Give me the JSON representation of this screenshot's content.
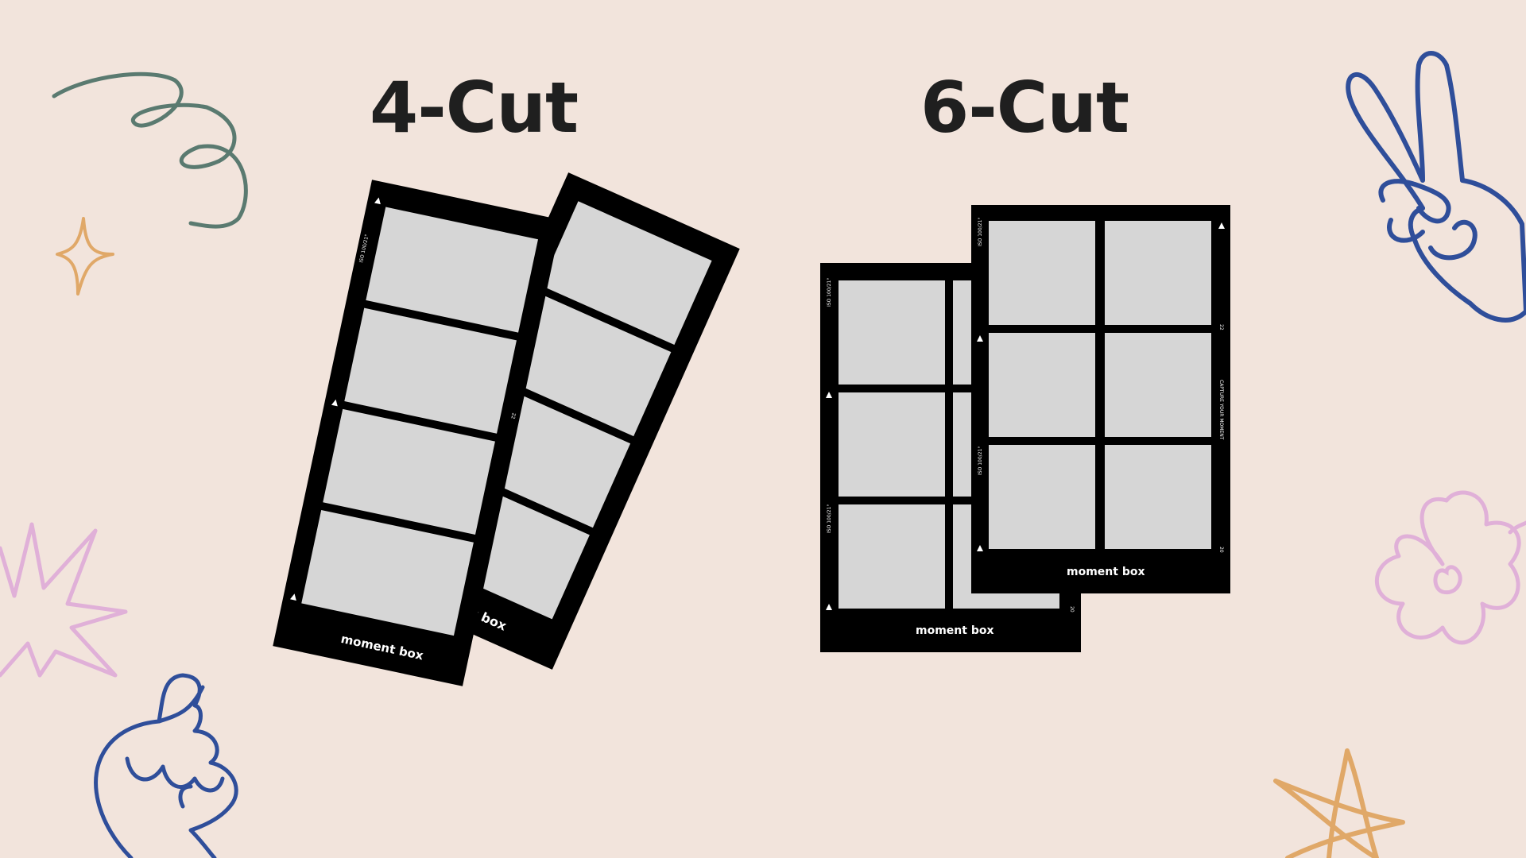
{
  "titles": {
    "four_cut": "4-Cut",
    "six_cut": "6-Cut"
  },
  "film": {
    "brand": "moment box",
    "iso_text": "ISO 100/21°",
    "side_text": "CAPTURE YOUR MOMENT",
    "frame_num_22": "22",
    "frame_num_20": "20"
  },
  "colors": {
    "background": "#f2e4dc",
    "film": "#000000",
    "photo_slot": "#d6d6d6",
    "teal_doodle": "#5a7a70",
    "orange_doodle": "#e0a868",
    "blue_doodle": "#2f4e9a",
    "pink_doodle": "#e0b0d8"
  },
  "doodles": [
    "swirl-doodle",
    "sparkle-doodle",
    "burst-doodle",
    "finger-heart-hand-doodle",
    "peace-sign-hand-doodle",
    "flower-doodle",
    "star-doodle"
  ]
}
